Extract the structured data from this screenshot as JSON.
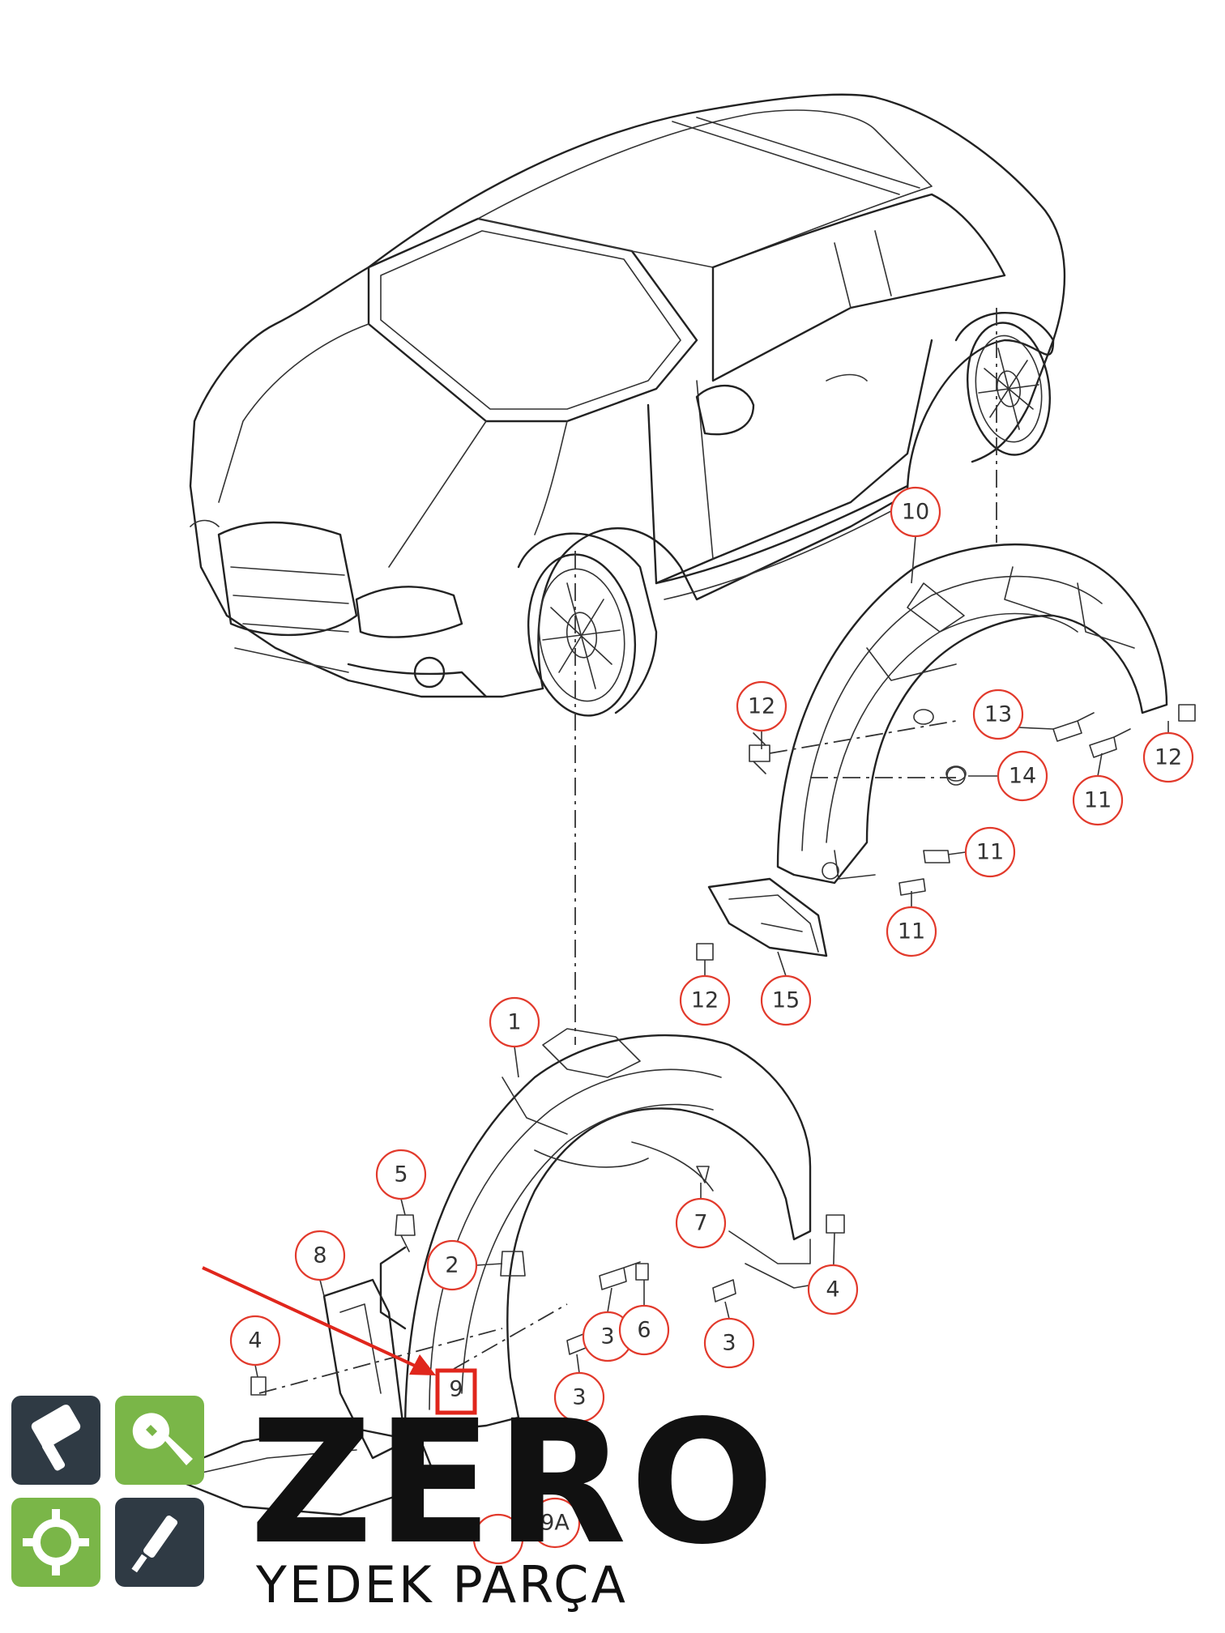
{
  "callouts": {
    "c1": "1",
    "c2": "2",
    "c3a": "3",
    "c3b": "3",
    "c3c": "3",
    "c4a": "4",
    "c4b": "4",
    "c5": "5",
    "c6": "6",
    "c7": "7",
    "c8": "8",
    "c9": "9",
    "c9a": "9A",
    "c10": "10",
    "c11a": "11",
    "c11b": "11",
    "c11c": "11",
    "c12a": "12",
    "c12b": "12",
    "c12c": "12",
    "c13": "13",
    "c14": "14",
    "c15": "15"
  },
  "highlight": {
    "label": "9"
  },
  "brand": {
    "name": "ZERO",
    "tagline": "YEDEK PARÇA",
    "tile_colors": [
      "#2f3a44",
      "#7ab648",
      "#7ab648",
      "#2f3a44"
    ],
    "tile_icons": [
      "piston-icon",
      "wrench-icon",
      "gear-icon",
      "spark-plug-icon"
    ]
  }
}
